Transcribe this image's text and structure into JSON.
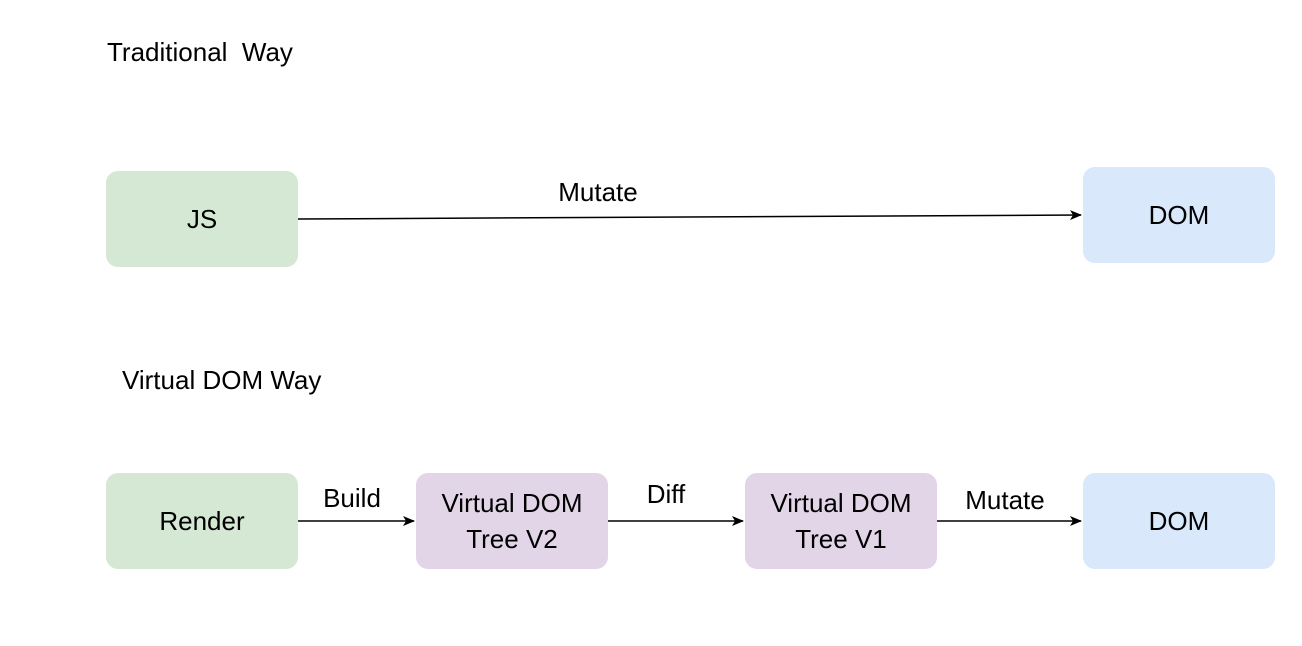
{
  "sections": {
    "traditional": {
      "title": "Traditional  Way",
      "nodes": {
        "js": "JS",
        "dom": "DOM"
      },
      "edges": {
        "mutate": "Mutate"
      }
    },
    "virtual": {
      "title": "Virtual DOM Way",
      "nodes": {
        "render": "Render",
        "vdom_v2": "Virtual DOM\nTree V2",
        "vdom_v1": "Virtual DOM\nTree V1",
        "dom": "DOM"
      },
      "edges": {
        "build": "Build",
        "diff": "Diff",
        "mutate": "Mutate"
      }
    }
  },
  "colors": {
    "js_render_fill": "#d5e8d4",
    "dom_fill": "#dae8fc",
    "vdom_fill": "#e1d5e7",
    "line": "#000000",
    "background": "#ffffff"
  }
}
